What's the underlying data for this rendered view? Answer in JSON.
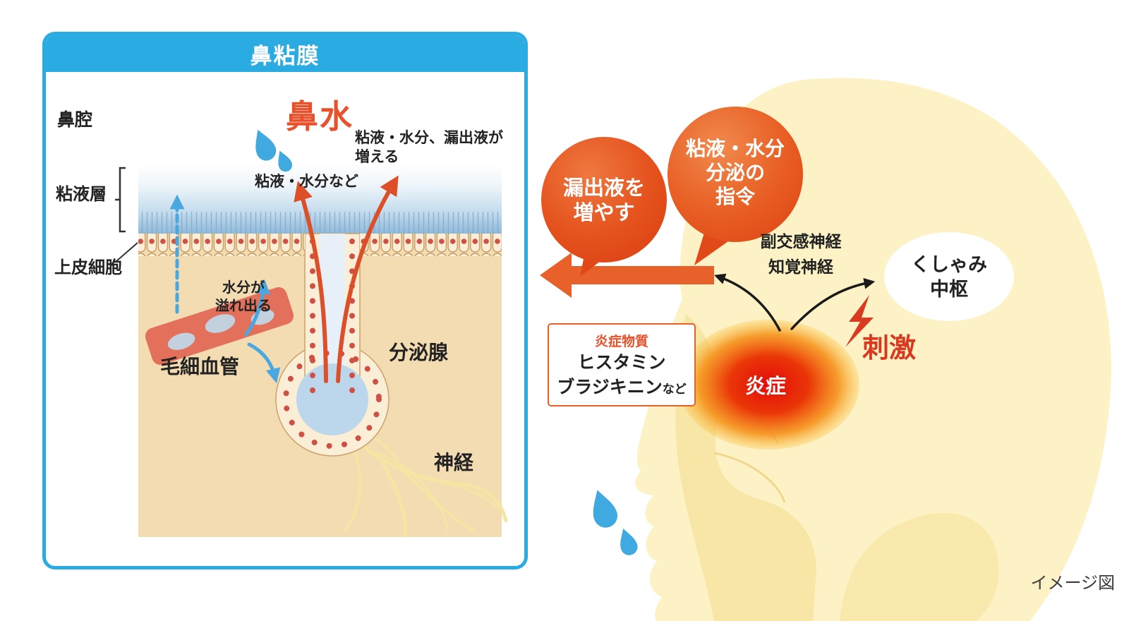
{
  "caption": "イメージ図",
  "panel": {
    "title": "鼻粘膜",
    "nasal_cavity": "鼻腔",
    "mucus_layer": "粘液層",
    "epithelial_cells": "上皮細胞",
    "runny_nose": "鼻水",
    "increase_line1": "粘液・水分、漏出液が",
    "increase_line2": "増える",
    "mucus_water": "粘液・水分など",
    "overflow_line1": "水分が",
    "overflow_line2": "溢れ出る",
    "capillary": "毛細血管",
    "gland": "分泌腺",
    "nerve": "神経"
  },
  "face": {
    "bubble_secretion_line1": "粘液・水分",
    "bubble_secretion_line2": "分泌の",
    "bubble_secretion_line3": "指令",
    "bubble_leak_line1": "漏出液を",
    "bubble_leak_line2": "増やす",
    "nerve_parasympathetic": "副交感神経",
    "nerve_sensory": "知覚神経",
    "sneeze_line1": "くしゃみ",
    "sneeze_line2": "中枢",
    "stimulus": "刺激",
    "inflammation": "炎症",
    "substances_title": "炎症物質",
    "substance1": "ヒスタミン",
    "substance2": "ブラジキニン",
    "substance2_suffix": "など"
  },
  "colors": {
    "panel_border": "#2aace2",
    "accent_red": "#e8512b",
    "arrow_orange": "#e8602a",
    "water_blue": "#3fa9e0",
    "tissue_beige": "#f4dcb2",
    "face_yellow": "#fdf2c5",
    "inflammation_red": "#e30b0b"
  }
}
